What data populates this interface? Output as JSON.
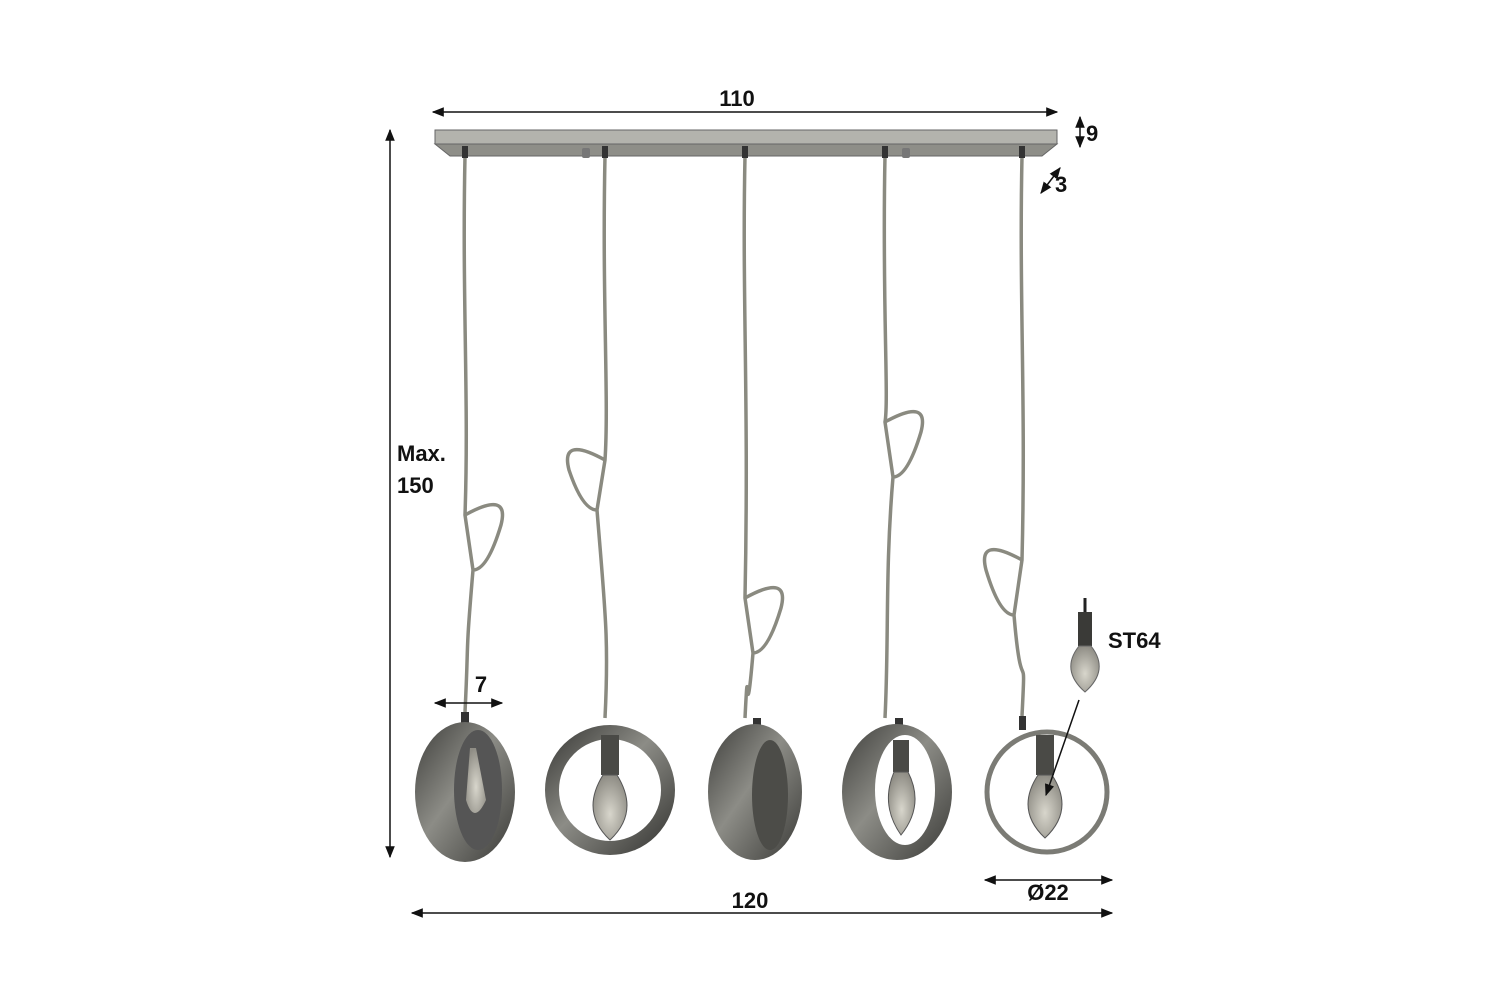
{
  "title": "Pendant lamp dimension drawing",
  "dimensions": {
    "bar_length": "110",
    "bar_height": "9",
    "bar_depth": "3",
    "max_height_line1": "Max.",
    "max_height_line2": "150",
    "shade_depth": "7",
    "shade_diameter": "Ø22",
    "total_width": "120"
  },
  "bulb": {
    "type": "ST64"
  },
  "colors": {
    "metal": "#6e6e6a",
    "bar": "#a9a9a3",
    "rope": "#8a8a80",
    "line": "#111111"
  },
  "lamps": [
    {
      "view": "side"
    },
    {
      "view": "front"
    },
    {
      "view": "side"
    },
    {
      "view": "three-quarter"
    },
    {
      "view": "front-thin"
    }
  ]
}
